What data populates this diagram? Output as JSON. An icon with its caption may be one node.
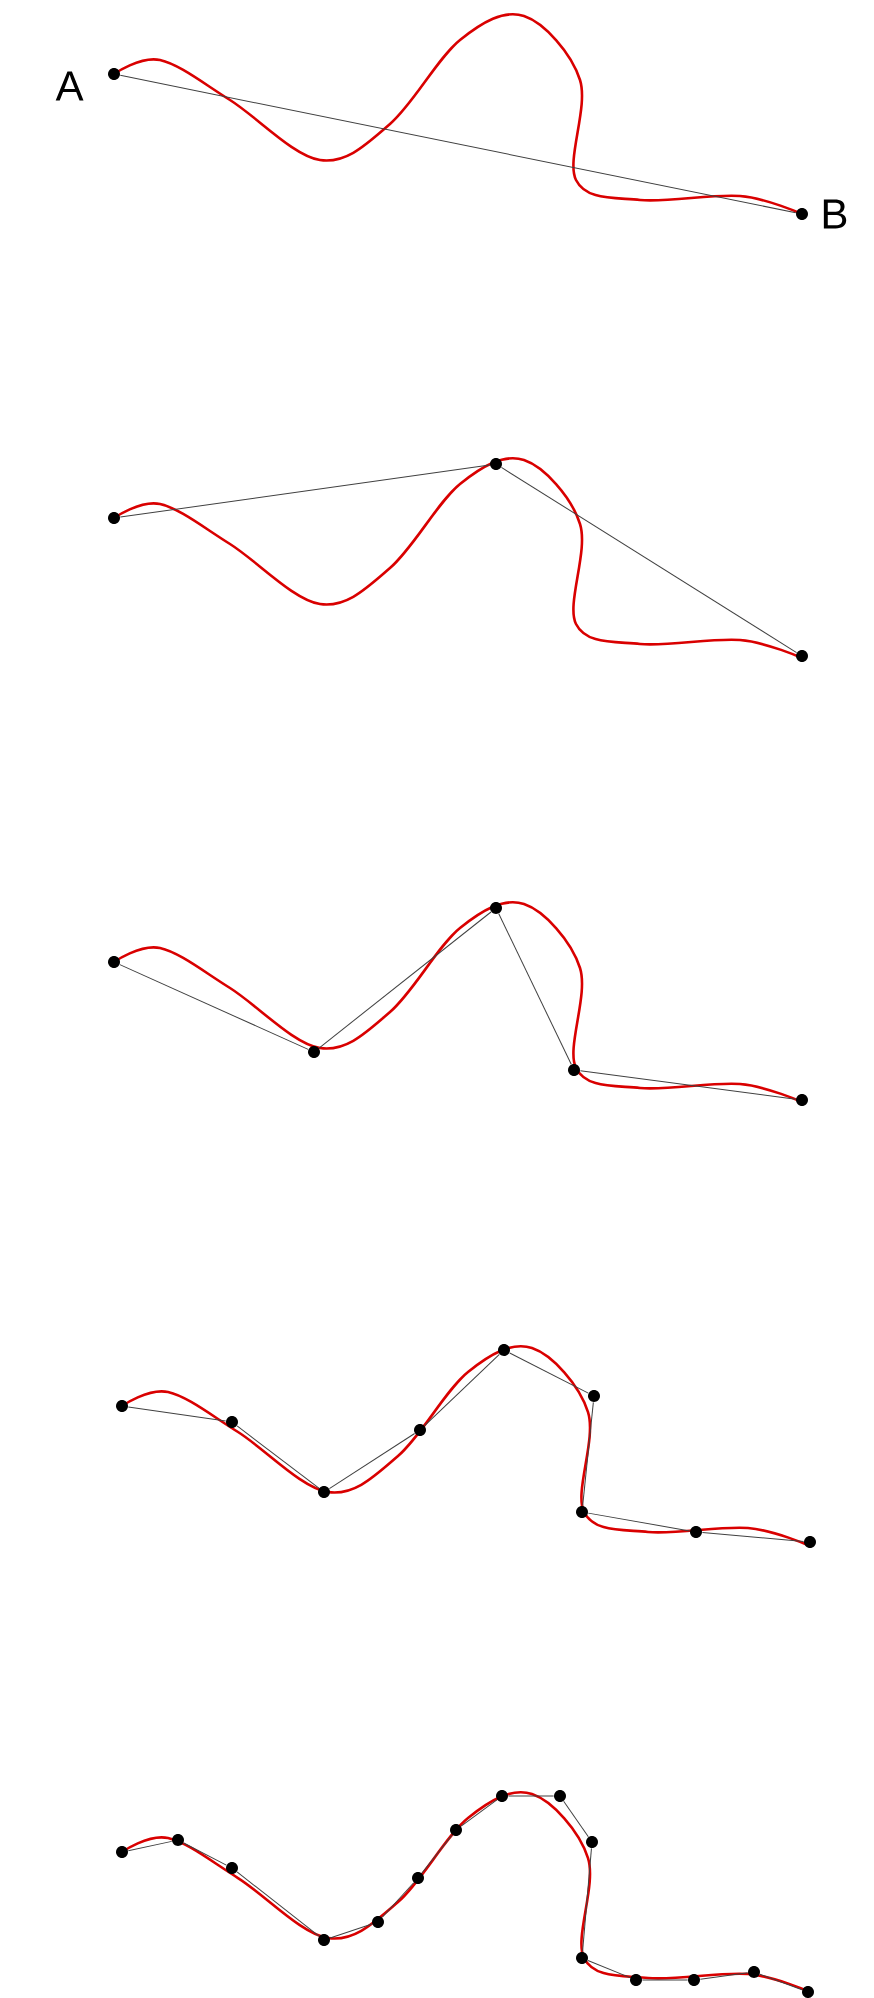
{
  "diagram": {
    "nodes": [
      {
        "text": [],
        "shape": "circle",
        "beside": [
          "A"
        ]
      },
      {
        "text": [],
        "shape": "circle",
        "beside": [
          "B"
        ]
      },
      {
        "text": [],
        "shape": "circle"
      },
      {
        "text": [],
        "shape": "circle"
      },
      {
        "text": [],
        "shape": "circle"
      },
      {
        "text": [],
        "shape": "circle"
      },
      {
        "text": [],
        "shape": "circle"
      },
      {
        "text": [],
        "shape": "circle"
      },
      {
        "text": [],
        "shape": "circle"
      },
      {
        "text": [],
        "shape": "circle"
      },
      {
        "text": [],
        "shape": "circle"
      },
      {
        "text": [],
        "shape": "circle"
      },
      {
        "text": [],
        "shape": "circle"
      },
      {
        "text": [],
        "shape": "circle"
      },
      {
        "text": [],
        "shape": "circle"
      },
      {
        "text": [],
        "shape": "circle"
      },
      {
        "text": [],
        "shape": "circle"
      },
      {
        "text": [],
        "shape": "circle"
      },
      {
        "text": [],
        "shape": "circle"
      },
      {
        "text": [],
        "shape": "circle"
      },
      {
        "text": [],
        "shape": "circle"
      },
      {
        "text": [],
        "shape": "circle"
      },
      {
        "text": [],
        "shape": "circle"
      },
      {
        "text": [],
        "shape": "circle"
      },
      {
        "text": [],
        "shape": "circle"
      },
      {
        "text": [],
        "shape": "circle"
      },
      {
        "text": [],
        "shape": "circle"
      },
      {
        "text": [],
        "shape": "circle"
      },
      {
        "text": [],
        "shape": "circle"
      },
      {
        "text": [],
        "shape": "circle"
      },
      {
        "text": [],
        "shape": "circle"
      },
      {
        "text": [],
        "shape": "circle"
      },
      {
        "text": [],
        "shape": "circle"
      },
      {
        "text": [],
        "shape": "circle"
      }
    ],
    "edges": [
      {
        "from": 0,
        "to": 1,
        "arrow": "none"
      },
      {
        "from": 2,
        "to": 3,
        "arrow": "none"
      },
      {
        "from": 3,
        "to": 4,
        "arrow": "none"
      },
      {
        "from": 5,
        "to": 6,
        "arrow": "none"
      },
      {
        "from": 6,
        "to": 7,
        "arrow": "none"
      },
      {
        "from": 7,
        "to": 8,
        "arrow": "none"
      },
      {
        "from": 8,
        "to": 9,
        "arrow": "none"
      },
      {
        "from": 10,
        "to": 11,
        "arrow": "none"
      },
      {
        "from": 11,
        "to": 12,
        "arrow": "none"
      },
      {
        "from": 12,
        "to": 13,
        "arrow": "none"
      },
      {
        "from": 13,
        "to": 14,
        "arrow": "none"
      },
      {
        "from": 14,
        "to": 15,
        "arrow": "none"
      },
      {
        "from": 15,
        "to": 16,
        "arrow": "none"
      },
      {
        "from": 16,
        "to": 17,
        "arrow": "none"
      },
      {
        "from": 17,
        "to": 18,
        "arrow": "none"
      },
      {
        "from": 19,
        "to": 20,
        "arrow": "none"
      },
      {
        "from": 20,
        "to": 21,
        "arrow": "none"
      },
      {
        "from": 21,
        "to": 22,
        "arrow": "none"
      },
      {
        "from": 22,
        "to": 23,
        "arrow": "none"
      },
      {
        "from": 23,
        "to": 24,
        "arrow": "none"
      },
      {
        "from": 24,
        "to": 25,
        "arrow": "none"
      },
      {
        "from": 25,
        "to": 26,
        "arrow": "none"
      },
      {
        "from": 26,
        "to": 27,
        "arrow": "none"
      },
      {
        "from": 27,
        "to": 28,
        "arrow": "none"
      },
      {
        "from": 28,
        "to": 29,
        "arrow": "none"
      },
      {
        "from": 29,
        "to": 30,
        "arrow": "none"
      },
      {
        "from": 30,
        "to": 31,
        "arrow": "none"
      },
      {
        "from": 31,
        "to": 32,
        "arrow": "none"
      },
      {
        "from": 32,
        "to": 33,
        "arrow": "none"
      }
    ]
  }
}
